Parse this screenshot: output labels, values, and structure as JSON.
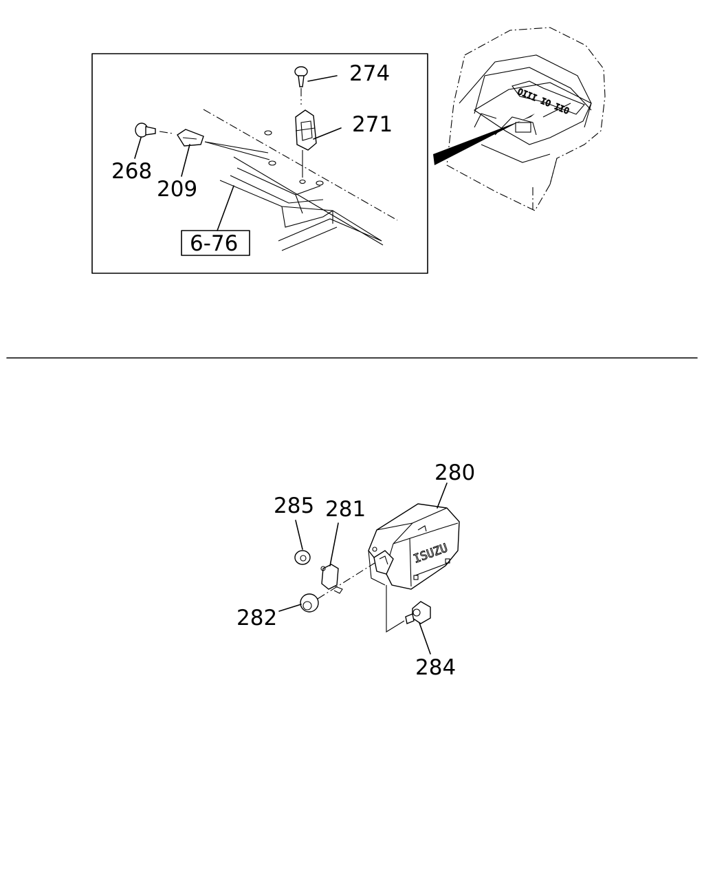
{
  "labels": {
    "p274": "274",
    "p271": "271",
    "p268": "268",
    "p209": "209",
    "p6_76": "6-76",
    "p280": "280",
    "p285": "285",
    "p281": "281",
    "p282": "282",
    "p284": "284"
  },
  "logo_text": "ISUZU",
  "colors": {
    "line": "#000000",
    "background": "#ffffff"
  }
}
